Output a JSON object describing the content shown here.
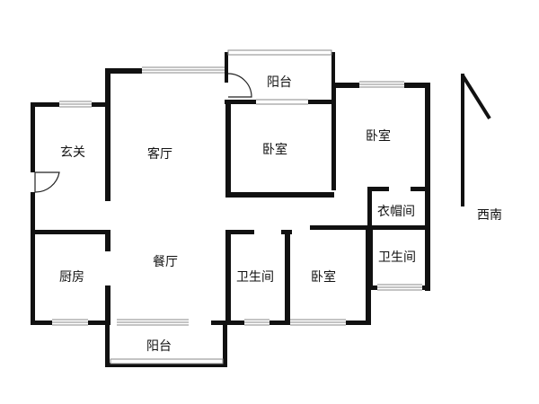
{
  "floorplan": {
    "rooms": {
      "entrance": "玄关",
      "living_room": "客厅",
      "balcony_north": "阳台",
      "bedroom_center": "卧室",
      "bedroom_east": "卧室",
      "closet": "衣帽间",
      "kitchen": "厨房",
      "dining_room": "餐厅",
      "bathroom_center": "卫生间",
      "bedroom_south": "卧室",
      "bathroom_east": "卫生间",
      "balcony_south": "阳台"
    },
    "compass": {
      "direction_label": "西南"
    },
    "colors": {
      "wall": "#111111",
      "window": "#8a8a8a",
      "background": "#ffffff"
    }
  }
}
